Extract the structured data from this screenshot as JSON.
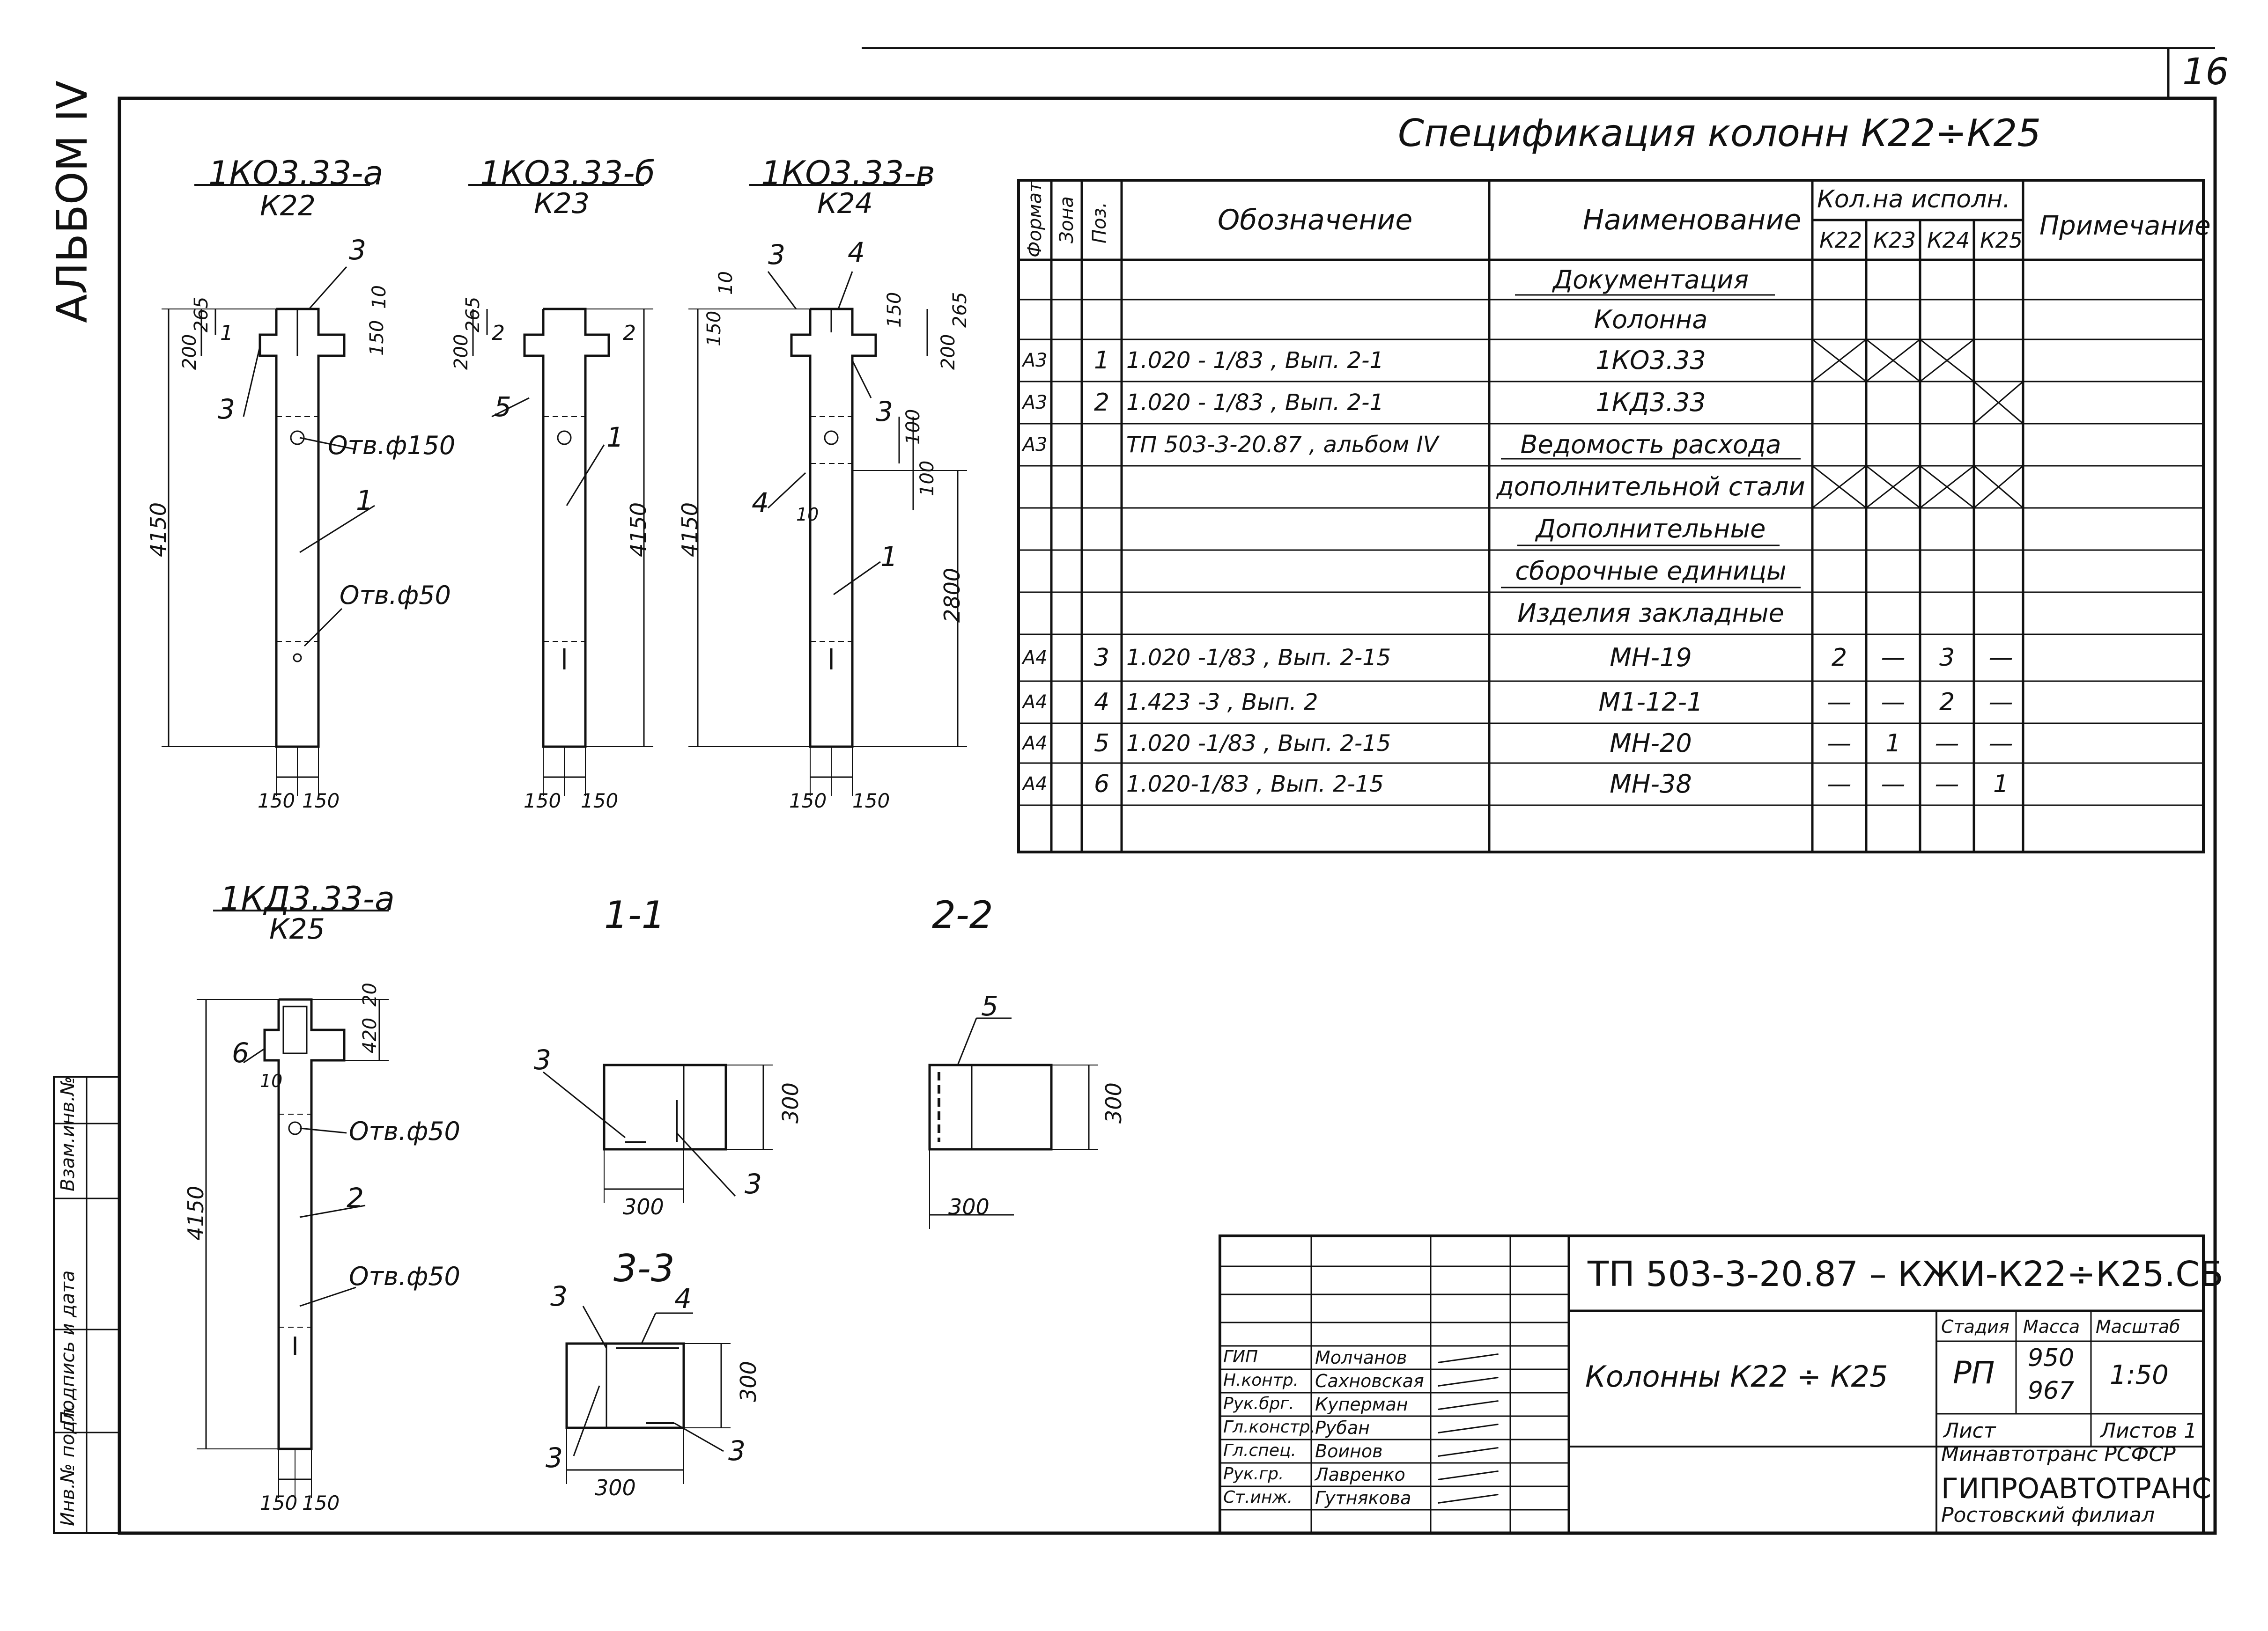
{
  "sheet": {
    "number": "16",
    "album_label": "АЛЬБОМ IV",
    "spec_title": "Спецификация  колонн  К22÷К25"
  },
  "spec_table": {
    "headers": {
      "format": "Формат",
      "zone": "Зона",
      "pos": "Поз.",
      "designation": "Обозначение",
      "name": "Наименование",
      "qty_group": "Кол.на исполн.",
      "qty_cols": [
        "К22",
        "К23",
        "К24",
        "К25"
      ],
      "note": "Примечание"
    },
    "rows": [
      {
        "format": "",
        "pos": "",
        "designation": "",
        "name": "Документация",
        "q": [
          "",
          "",
          "",
          ""
        ]
      },
      {
        "format": "",
        "pos": "",
        "designation": "",
        "name": "Колонна",
        "q": [
          "",
          "",
          "",
          ""
        ]
      },
      {
        "format": "А3",
        "pos": "1",
        "designation": "1.020 - 1/83 , Вып. 2-1",
        "name": "1КО3.33",
        "q": [
          "",
          "",
          "",
          ""
        ]
      },
      {
        "format": "А3",
        "pos": "2",
        "designation": "1.020 - 1/83 , Вып. 2-1",
        "name": "1КД3.33",
        "q": [
          "",
          "",
          "",
          ""
        ]
      },
      {
        "format": "А3",
        "pos": "",
        "designation": "ТП 503-3-20.87 ,  альбом IV",
        "name": "Ведомость  расхода",
        "q": [
          "",
          "",
          "",
          ""
        ]
      },
      {
        "format": "",
        "pos": "",
        "designation": "",
        "name": "дополнительной стали",
        "q": [
          "",
          "",
          "",
          ""
        ]
      },
      {
        "format": "",
        "pos": "",
        "designation": "",
        "name": "Дополнительные",
        "q": [
          "",
          "",
          "",
          ""
        ]
      },
      {
        "format": "",
        "pos": "",
        "designation": "",
        "name": "сборочные единицы",
        "q": [
          "",
          "",
          "",
          ""
        ]
      },
      {
        "format": "",
        "pos": "",
        "designation": "",
        "name": "Изделия  закладные",
        "q": [
          "",
          "",
          "",
          ""
        ]
      },
      {
        "format": "А4",
        "pos": "3",
        "designation": "1.020 -1/83 , Вып. 2-15",
        "name": "МН-19",
        "q": [
          "2",
          "—",
          "3",
          "—"
        ]
      },
      {
        "format": "А4",
        "pos": "4",
        "designation": "1.423 -3 , Вып. 2",
        "name": "М1-12-1",
        "q": [
          "—",
          "—",
          "2",
          "—"
        ]
      },
      {
        "format": "А4",
        "pos": "5",
        "designation": "1.020 -1/83 , Вып. 2-15",
        "name": "МН-20",
        "q": [
          "—",
          "1",
          "—",
          "—"
        ]
      },
      {
        "format": "А4",
        "pos": "6",
        "designation": "1.020-1/83 , Вып. 2-15",
        "name": "МН-38",
        "q": [
          "—",
          "—",
          "—",
          "1"
        ]
      }
    ]
  },
  "drawings": {
    "k22": {
      "mark": "1КО3.33-а",
      "col": "К22",
      "height": "4150",
      "hole1": "Отв.ф150",
      "hole2": "Отв.ф50",
      "d1": "200",
      "d2": "265",
      "d3": "150",
      "b1": "150",
      "b2": "150",
      "lead1": "3",
      "lead2": "3",
      "lead3": "1",
      "lead4": "1",
      "lead5": "10"
    },
    "k23": {
      "mark": "1КО3.33-б",
      "col": "К23",
      "height": "4150",
      "d1": "200",
      "d2": "265",
      "b1": "150",
      "b2": "150",
      "lead1": "5",
      "lead2": "1",
      "lead3": "2",
      "lead4": "2"
    },
    "k24": {
      "mark": "1КО3.33-в",
      "col": "К24",
      "height": "4150",
      "h2": "2800",
      "d1": "150",
      "d2": "10",
      "d3": "200",
      "d4": "265",
      "d5": "100",
      "d6": "100",
      "d7": "150",
      "b1": "150",
      "b2": "150",
      "lead1": "3",
      "lead2": "4",
      "lead3": "3",
      "lead4": "4",
      "lead5": "1",
      "lead6": "10"
    },
    "k25": {
      "mark": "1КД3.33-а",
      "col": "К25",
      "height": "4150",
      "hole1": "Отв.ф50",
      "hole2": "Отв.ф50",
      "d1": "420",
      "d2": "20",
      "b1": "150",
      "b2": "150",
      "lead1": "6",
      "lead2": "10",
      "lead3": "2"
    },
    "s11": {
      "label": "1-1",
      "w": "300",
      "h": "300",
      "lead1": "3",
      "lead2": "3"
    },
    "s22": {
      "label": "2-2",
      "w": "300",
      "h": "300",
      "lead1": "5"
    },
    "s33": {
      "label": "3-3",
      "w": "300",
      "h": "300",
      "lead1": "3",
      "lead2": "4",
      "lead3": "3",
      "lead4": "3"
    }
  },
  "title_block": {
    "code": "ТП  503-3-20.87 – КЖИ-К22÷К25.СБ",
    "title": "Колонны   К22 ÷ К25",
    "stage_label": "Стадия",
    "mass_label": "Масса",
    "scale_label": "Масштаб",
    "stage": "РП",
    "mass1": "950",
    "mass2": "967",
    "scale": "1:50",
    "sheet_label": "Лист",
    "sheets_label": "Листов 1",
    "org1": "Минавтотранс РСФСР",
    "org2": "ГИПРОАВТОТРАНС",
    "org3": "Ростовский филиал",
    "staff": [
      {
        "role": "ГИП",
        "name": "Молчанов"
      },
      {
        "role": "Н.контр.",
        "name": "Сахновская"
      },
      {
        "role": "Рук.брг.",
        "name": "Куперман"
      },
      {
        "role": "Гл.констр.",
        "name": "Рубан"
      },
      {
        "role": "Гл.спец.",
        "name": "Воинов"
      },
      {
        "role": "Рук.гр.",
        "name": "Лавренко"
      },
      {
        "role": "Ст.инж.",
        "name": "Гутнякова"
      }
    ]
  },
  "side_stamp": {
    "c1": "Инв.№ подл.",
    "c2": "Подпись и дата",
    "c3": "Взам.инв.№"
  }
}
